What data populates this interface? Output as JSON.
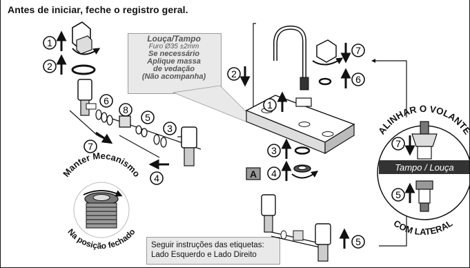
{
  "header": {
    "title": "Antes de iniciar, feche o registro geral."
  },
  "note": {
    "line1": "Louça/Tampo",
    "line2": "Furo Ø35 ±2mm",
    "line3": "Se necessário",
    "line4": "Aplique massa",
    "line5": "de vedação",
    "line6": "(Não acompanha)"
  },
  "labels_note": {
    "line1": "Seguir instruções das etiquetas:",
    "line2": "Lado Esquerdo e Lado Direito"
  },
  "circle_detail": {
    "top_text": "ALINHAR O VOLANTE",
    "band_text": "Tampo / Louça",
    "bottom_text": "COM LATERAL"
  },
  "mechanism": {
    "top_text": "Manter Mecanismo",
    "bottom_text": "Na posição fechado"
  },
  "tags": {
    "a": "A"
  },
  "steps": {
    "s1": "1",
    "s2": "2",
    "s3": "3",
    "s4": "4",
    "s5": "5",
    "s6": "6",
    "s7": "7",
    "s8": "8"
  },
  "colors": {
    "ink": "#111111",
    "note_fill": "#e9e9e9",
    "gray": "#9a9a9a",
    "band": "#333333"
  }
}
